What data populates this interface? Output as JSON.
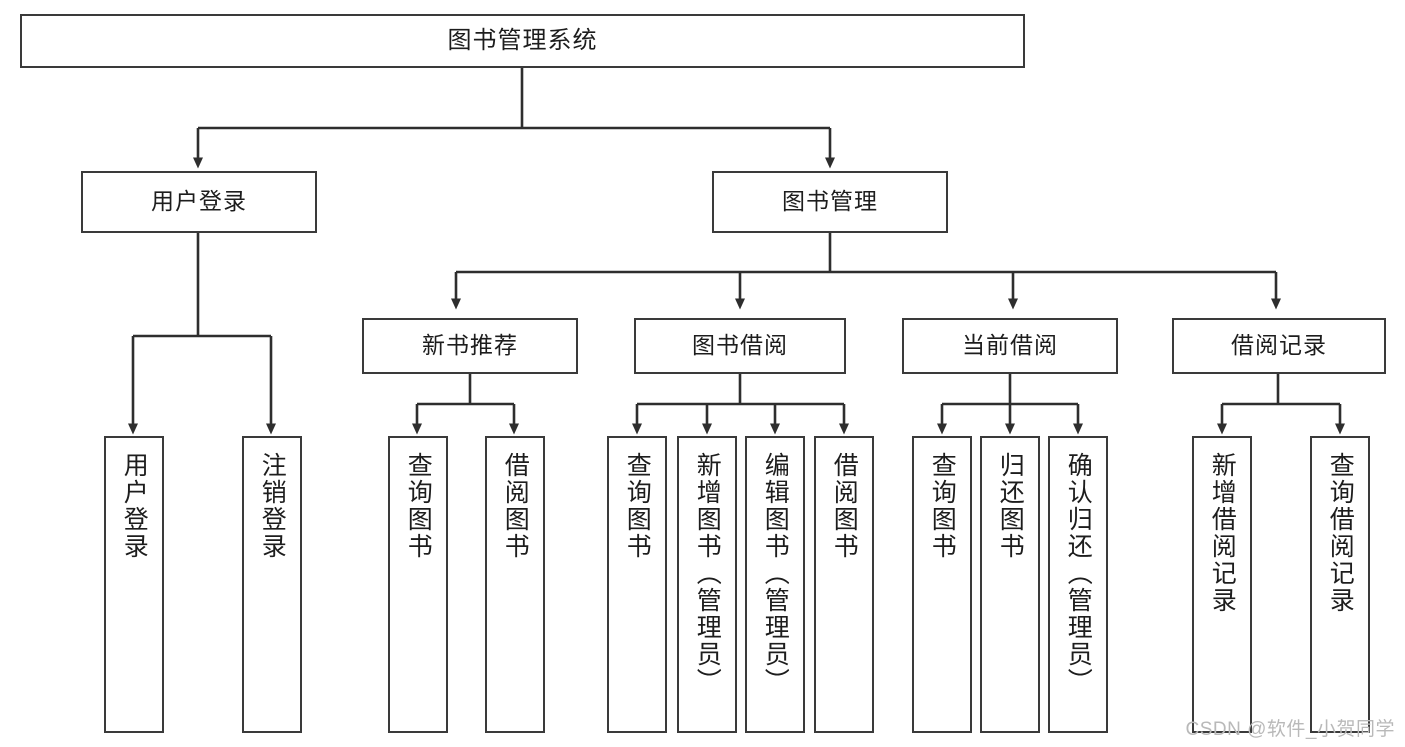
{
  "diagram": {
    "title": "图书管理系统",
    "type": "hierarchy-tree",
    "colors": {
      "box_border": "#3a3a3a",
      "box_fill": "#ffffff",
      "connector": "#2e2e2e",
      "text": "#1d1d1d",
      "watermark": "#b9b9b9"
    },
    "levels": {
      "root": {
        "label": "图书管理系统"
      },
      "level2": [
        {
          "label": "用户登录"
        },
        {
          "label": "图书管理"
        }
      ],
      "level3": [
        {
          "label": "新书推荐"
        },
        {
          "label": "图书借阅"
        },
        {
          "label": "当前借阅"
        },
        {
          "label": "借阅记录"
        }
      ],
      "leaves": {
        "user_login": [
          {
            "label": "用户登录"
          },
          {
            "label": "注销登录"
          }
        ],
        "new_book_recommend": [
          {
            "label": "查询图书"
          },
          {
            "label": "借阅图书"
          }
        ],
        "book_borrow": [
          {
            "label": "查询图书"
          },
          {
            "label": "新增图书（管理员）"
          },
          {
            "label": "编辑图书（管理员）"
          },
          {
            "label": "借阅图书"
          }
        ],
        "current_borrow": [
          {
            "label": "查询图书"
          },
          {
            "label": "归还图书"
          },
          {
            "label": "确认归还（管理员）"
          }
        ],
        "borrow_record": [
          {
            "label": "新增借阅记录"
          },
          {
            "label": "查询借阅记录"
          }
        ]
      }
    }
  },
  "watermark": {
    "text": "CSDN @软件_小贺同学"
  }
}
